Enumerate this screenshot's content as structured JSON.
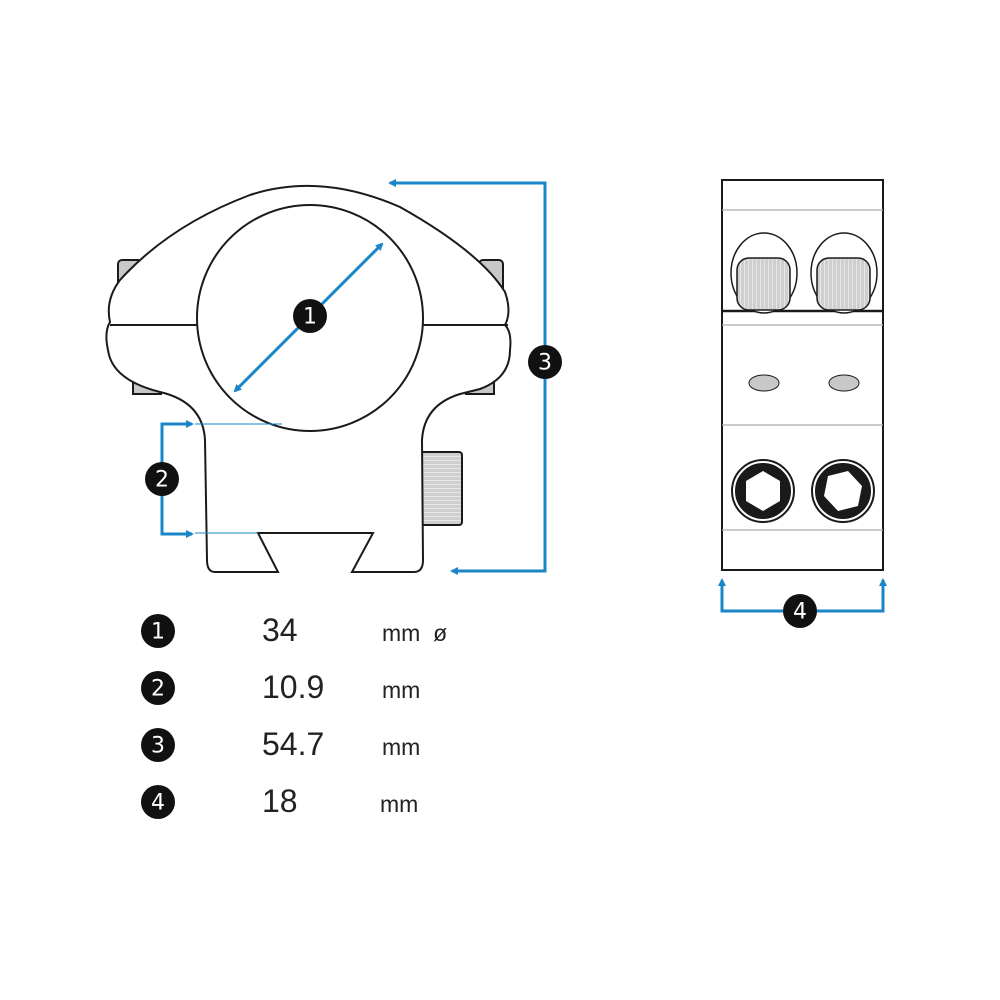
{
  "colors": {
    "accent": "#1a86c8",
    "outline": "#1a1a1a",
    "metal": "#c8c8c8"
  },
  "badges": [
    "1",
    "2",
    "3",
    "4"
  ],
  "specs": [
    {
      "id": "1",
      "value": "34",
      "unit": "mm  ø"
    },
    {
      "id": "2",
      "value": "10.9",
      "unit": "mm"
    },
    {
      "id": "3",
      "value": "54.7",
      "unit": "mm"
    },
    {
      "id": "4",
      "value": "18",
      "unit": "mm"
    }
  ]
}
